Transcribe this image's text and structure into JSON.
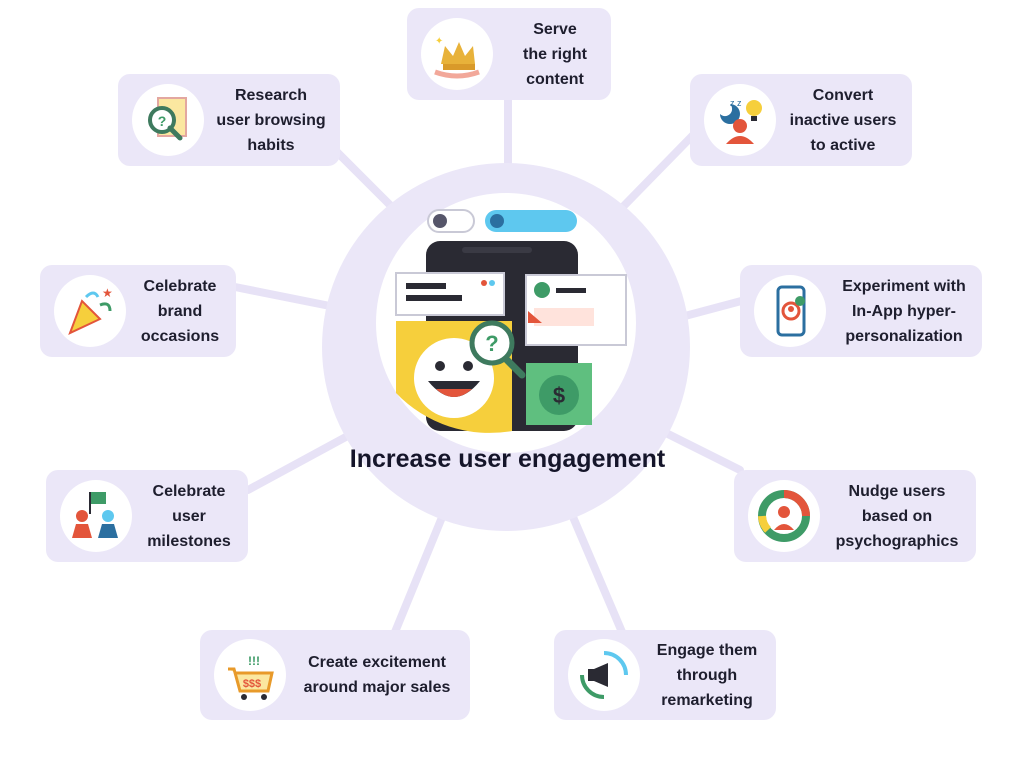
{
  "hub": {
    "title": "Increase user engagement"
  },
  "nodes": [
    {
      "id": "serve",
      "label": "Serve\nthe right\ncontent",
      "icon": "crown-hand-icon"
    },
    {
      "id": "research",
      "label": "Research\nuser browsing\nhabits",
      "icon": "magnifier-document-icon"
    },
    {
      "id": "convert",
      "label": "Convert\ninactive users\nto active",
      "icon": "sleep-bulb-user-icon"
    },
    {
      "id": "brand",
      "label": "Celebrate\nbrand\noccasions",
      "icon": "party-popper-icon"
    },
    {
      "id": "experiment",
      "label": "Experiment with\nIn-App hyper-\npersonalization",
      "icon": "phone-settings-icon"
    },
    {
      "id": "milestones",
      "label": "Celebrate\nuser\nmilestones",
      "icon": "people-flag-icon"
    },
    {
      "id": "nudge",
      "label": "Nudge users\nbased on\npsychographics",
      "icon": "user-ring-icon"
    },
    {
      "id": "sales",
      "label": "Create excitement\naround major sales",
      "icon": "shopping-cart-icon"
    },
    {
      "id": "remarketing",
      "label": "Engage them\nthrough\nremarketing",
      "icon": "megaphone-cycle-icon"
    }
  ],
  "colors": {
    "card_bg": "#ebe7f8",
    "spoke": "#e7e2f6",
    "text": "#1e1e2e",
    "accent_blue": "#5ec8ef",
    "accent_yellow": "#f6cf3c",
    "accent_green": "#3e9b67",
    "accent_red": "#e3553b"
  }
}
